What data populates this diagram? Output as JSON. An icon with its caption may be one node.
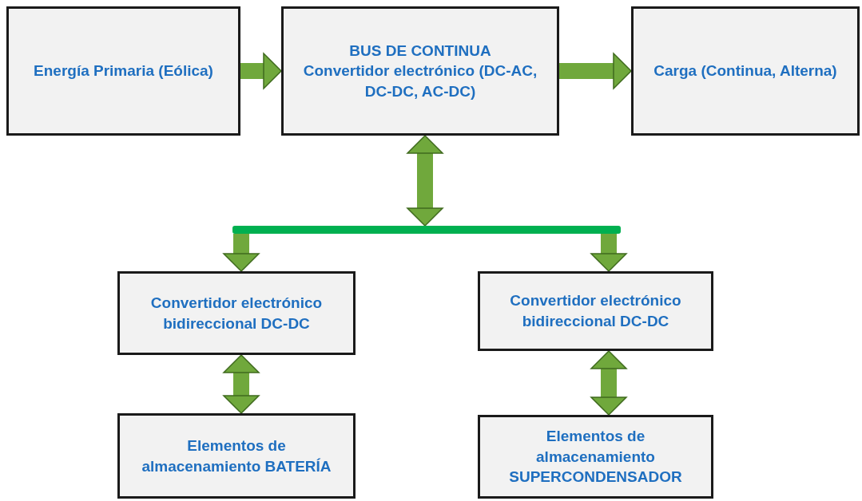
{
  "diagram": {
    "nodes": [
      {
        "text": [
          "Energía Primaria (Eólica)"
        ]
      },
      {
        "text": [
          "BUS DE CONTINUA",
          "Convertidor electrónico (DC-AC, DC-DC, AC-DC)"
        ]
      },
      {
        "text": [
          "Carga (Continua, Alterna)"
        ]
      },
      {
        "text": [],
        "shape": "bar"
      },
      {
        "text": [
          "Convertidor electrónico bidireccional DC-DC"
        ]
      },
      {
        "text": [
          "Convertidor electrónico bidireccional DC-DC"
        ]
      },
      {
        "text": [
          "Elementos de almacenamiento BATERÍA"
        ]
      },
      {
        "text": [
          "Elementos de almacenamiento SUPERCONDENSADOR"
        ]
      }
    ],
    "edges": [
      {
        "from": 0,
        "to": 1,
        "arrow": "to"
      },
      {
        "from": 1,
        "to": 2,
        "arrow": "to"
      },
      {
        "from": 1,
        "to": 3,
        "arrow": "both"
      },
      {
        "from": 3,
        "to": 4,
        "arrow": "to"
      },
      {
        "from": 3,
        "to": 5,
        "arrow": "to"
      },
      {
        "from": 4,
        "to": 6,
        "arrow": "both"
      },
      {
        "from": 5,
        "to": 7,
        "arrow": "both"
      }
    ]
  }
}
